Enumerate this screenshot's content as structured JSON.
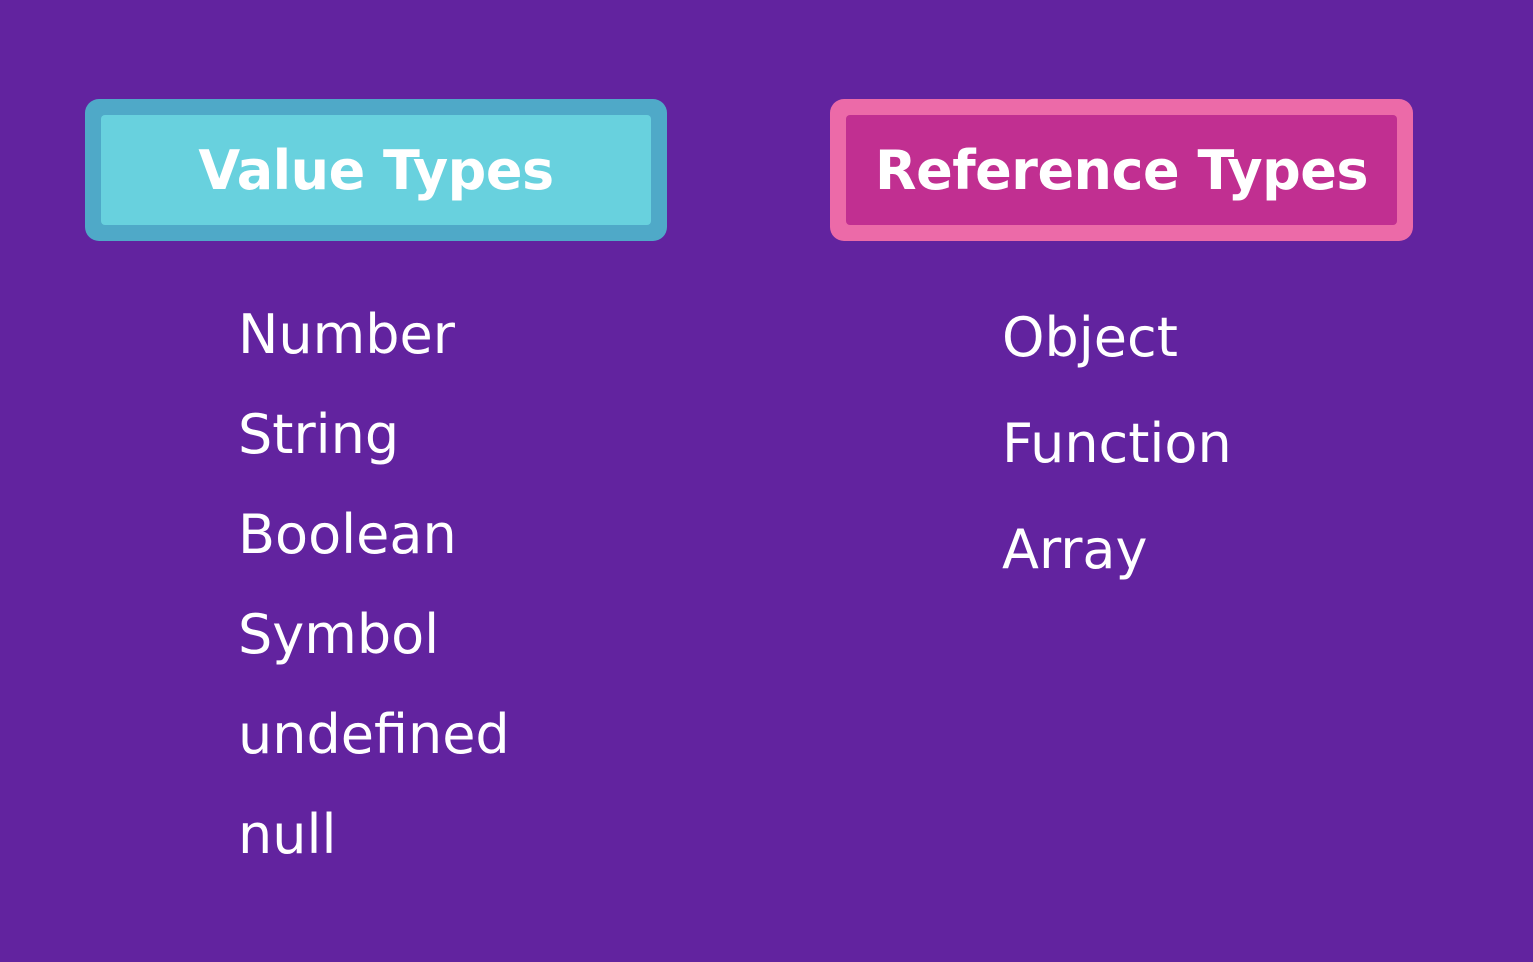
{
  "value_types": {
    "title": "Value Types",
    "items": [
      "Number",
      "String",
      "Boolean",
      "Symbol",
      "undefined",
      "null"
    ]
  },
  "reference_types": {
    "title": "Reference Types",
    "items": [
      "Object",
      "Function",
      "Array"
    ]
  },
  "colors": {
    "background": "#62239f",
    "value_header_fill": "#68d1de",
    "value_header_border": "#4fa9c8",
    "reference_header_fill": "#c12f91",
    "reference_header_border": "#ec6aa8",
    "text": "#ffffff"
  }
}
